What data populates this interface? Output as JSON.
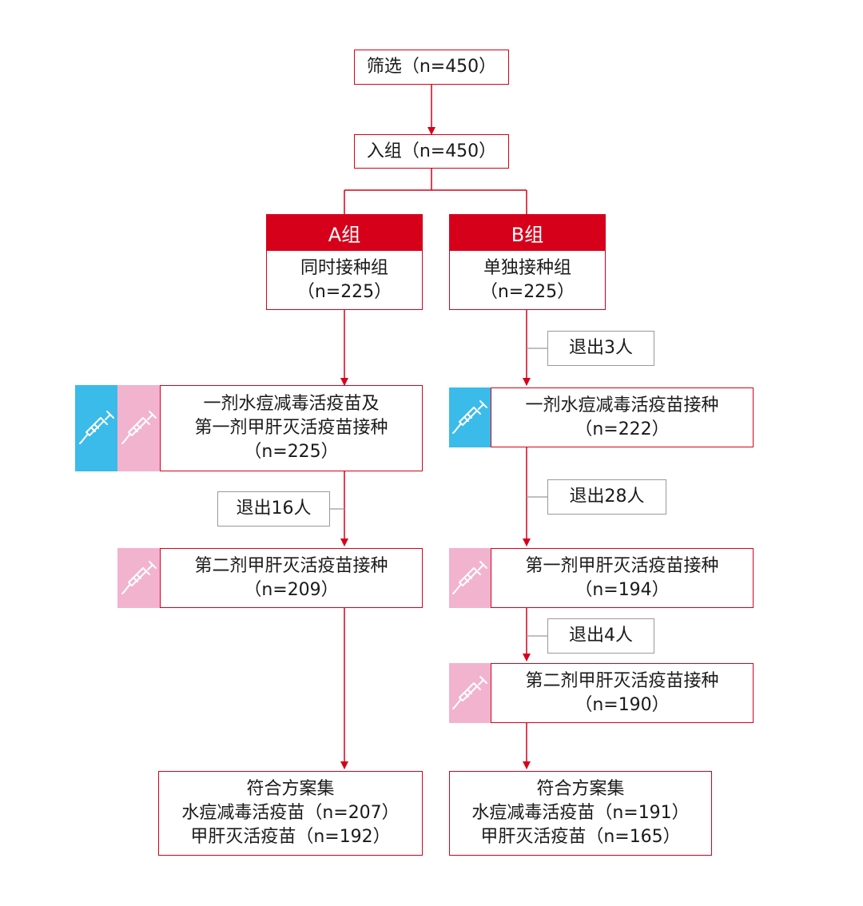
{
  "screening": "筛选（n=450）",
  "enrolled": "入组（n=450）",
  "group_a": {
    "header": "A组",
    "name": "同时接种组",
    "count": "（n=225）"
  },
  "group_b": {
    "header": "B组",
    "name": "单独接种组",
    "count": "（n=225）"
  },
  "a_dose1": {
    "line1": "一剂水痘减毒活疫苗及",
    "line2": "第一剂甲肝灭活疫苗接种",
    "line3": "（n=225）"
  },
  "a_exit": "退出16人",
  "a_dose2": {
    "line1": "第二剂甲肝灭活疫苗接种",
    "line2": "（n=209）"
  },
  "a_final": {
    "line1": "符合方案集",
    "line2": "水痘减毒活疫苗（n=207）",
    "line3": "甲肝灭活疫苗（n=192）"
  },
  "b_exit1": "退出3人",
  "b_dose1": {
    "line1": "一剂水痘减毒活疫苗接种",
    "line2": "（n=222）"
  },
  "b_exit2": "退出28人",
  "b_dose2": {
    "line1": "第一剂甲肝灭活疫苗接种",
    "line2": "（n=194）"
  },
  "b_exit3": "退出4人",
  "b_dose3": {
    "line1": "第二剂甲肝灭活疫苗接种",
    "line2": "（n=190）"
  },
  "b_final": {
    "line1": "符合方案集",
    "line2": "水痘减毒活疫苗（n=191）",
    "line3": "甲肝灭活疫苗（n=165）"
  },
  "icons": {
    "varicella": "syringe-icon",
    "hepatitis_a": "syringe-icon"
  },
  "colors": {
    "accent": "#d7001b",
    "varicella_tile": "#3bbbe9",
    "hepatitis_tile": "#f2b3cf",
    "exit_border": "#9a9a9a"
  }
}
